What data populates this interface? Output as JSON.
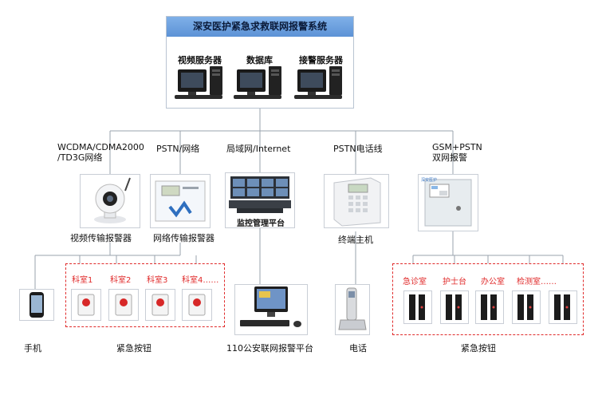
{
  "system": {
    "title": "深安医护紧急求救联网报警系统",
    "servers": [
      "视频服务器",
      "数据库",
      "接警服务器"
    ]
  },
  "connections": [
    "WCDMA/CDMA2000\n/TD3G网络",
    "PSTN/网络",
    "局域网/Internet",
    "PSTN电话线",
    "GSM+PSTN\n双网报警"
  ],
  "devices": [
    "视频传输报警器",
    "网络传输报警器",
    "监控管理平台",
    "终端主机"
  ],
  "panel": {
    "brand": "深安医护"
  },
  "room_labels": [
    "科室1",
    "科室2",
    "科室3",
    "科室4……"
  ],
  "ward_labels": [
    "急诊室",
    "护士台",
    "办公室",
    "检测室……"
  ],
  "bottom_labels": [
    "手机",
    "紧急按钮",
    "110公安联网报警平台",
    "电话",
    "紧急按钮"
  ],
  "colors": {
    "accent": "#5c92d6",
    "dash": "#e02a2a",
    "line": "#9aa3ad"
  }
}
